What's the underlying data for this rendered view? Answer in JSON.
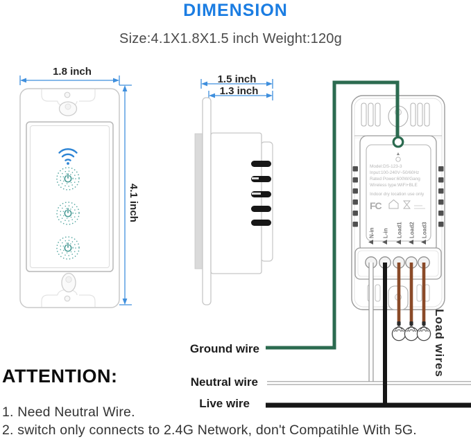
{
  "header": {
    "title": "DIMENSION",
    "size_line": "Size:4.1X1.8X1.5 inch Weight:120g"
  },
  "front_view": {
    "width_label": "1.8 inch",
    "height_label": "4.1 inch"
  },
  "side_view": {
    "outer_depth_label": "1.5 inch",
    "inner_depth_label": "1.3 inch"
  },
  "back_view": {
    "spec_lines": [
      "Model:DS-123-3",
      "Input:100-240V~50/60Hz",
      "Rated Power:600W/Gang",
      "Wireless type:WiFi+BLE",
      "Indoor dry location use only"
    ],
    "fcc_mark": "FC",
    "terminal_labels": [
      "N-in",
      "L-in",
      "Load1",
      "Load2",
      "Load3"
    ]
  },
  "wiring": {
    "ground_label": "Ground wire",
    "neutral_label": "Neutral wire",
    "live_label": "Live wire",
    "load_label": "Load wires"
  },
  "attention": {
    "heading": "ATTENTION:",
    "items": [
      "1. Need Neutral Wire.",
      "2. switch only connects to 2.4G Network, don't Compatihle With 5G."
    ]
  },
  "colors": {
    "title_blue": "#1b7de2",
    "dimension_arrow_blue": "#3f8fdd",
    "touch_teal": "#54a7a1",
    "wifi_blue": "#2e85d5",
    "ground_green": "#2c6b50",
    "load_brown": "#8a4a28",
    "live_black": "#161616",
    "outline_gray": "#9a9a9a"
  }
}
